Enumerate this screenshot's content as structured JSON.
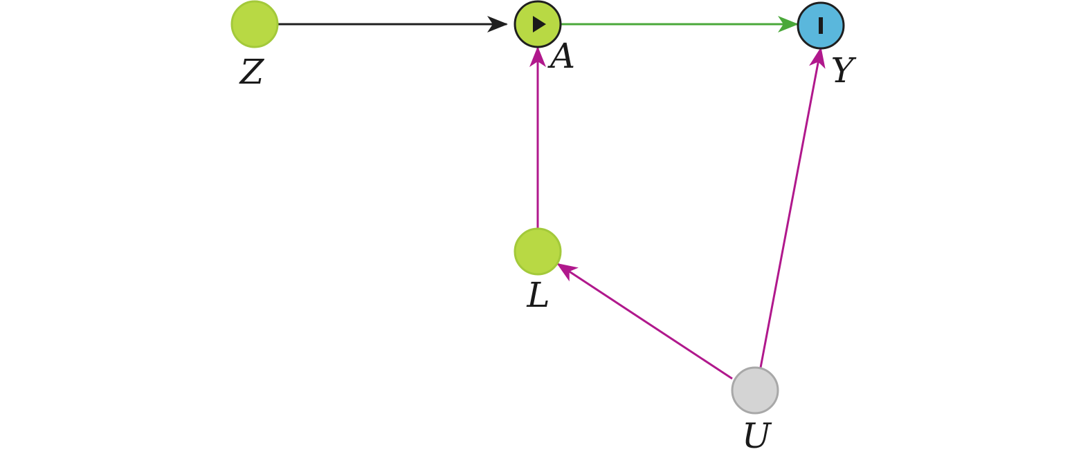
{
  "diagram": {
    "type": "causal-dag",
    "nodes": [
      {
        "id": "Z",
        "label": "Z",
        "fill": "#b8d944",
        "stroke": "#a3c93a",
        "marker": null
      },
      {
        "id": "A",
        "label": "A",
        "fill": "#b8d944",
        "stroke": "#1f1f1f",
        "marker": "play-icon"
      },
      {
        "id": "Y",
        "label": "Y",
        "fill": "#5ab7dc",
        "stroke": "#1f1f1f",
        "marker": "outcome-bar-icon"
      },
      {
        "id": "L",
        "label": "L",
        "fill": "#b8d944",
        "stroke": "#a3c93a",
        "marker": null
      },
      {
        "id": "U",
        "label": "U",
        "fill": "#d4d4d4",
        "stroke": "#a8a8a8",
        "marker": null
      }
    ],
    "edges": [
      {
        "from": "Z",
        "to": "A",
        "color": "#1f1f1f"
      },
      {
        "from": "A",
        "to": "Y",
        "color": "#4aa83a"
      },
      {
        "from": "L",
        "to": "A",
        "color": "#b0188c"
      },
      {
        "from": "U",
        "to": "L",
        "color": "#b0188c"
      },
      {
        "from": "U",
        "to": "Y",
        "color": "#b0188c"
      }
    ]
  }
}
